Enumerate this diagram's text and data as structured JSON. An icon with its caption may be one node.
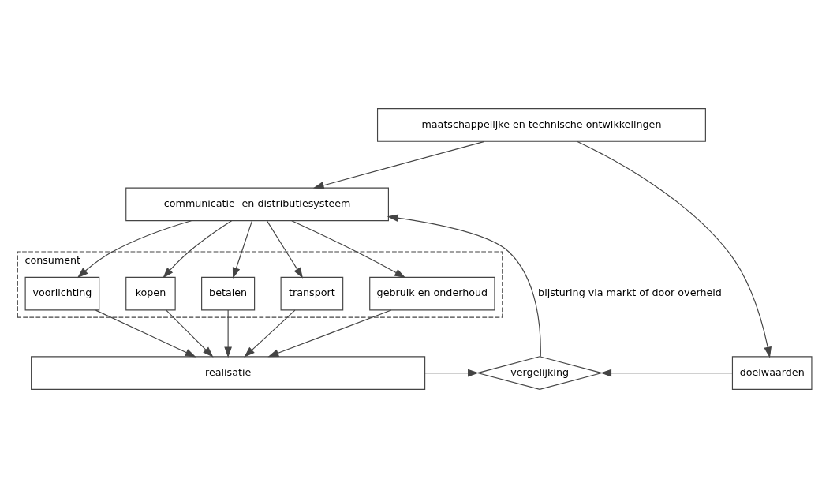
{
  "diagram": {
    "nodes": [
      {
        "text": [
          "maatschappelijke en technische ontwikkelingen"
        ]
      },
      {
        "text": [
          "communicatie- en distributiesysteem"
        ]
      },
      {
        "text": [
          "consument"
        ]
      },
      {
        "text": [
          "voorlichting"
        ],
        "in": 2
      },
      {
        "text": [
          "kopen"
        ],
        "in": 2
      },
      {
        "text": [
          "betalen"
        ],
        "in": 2
      },
      {
        "text": [
          "transport"
        ],
        "in": 2
      },
      {
        "text": [
          "gebruik en onderhoud"
        ],
        "in": 2
      },
      {
        "text": [
          "realisatie"
        ]
      },
      {
        "text": [
          "vergelijking"
        ]
      },
      {
        "text": [
          "doelwaarden"
        ]
      }
    ],
    "edges": [
      {
        "from": 0,
        "to": 1,
        "arrow": "to"
      },
      {
        "from": 0,
        "to": 10,
        "arrow": "to"
      },
      {
        "from": 1,
        "to": 3,
        "arrow": "to"
      },
      {
        "from": 1,
        "to": 4,
        "arrow": "to"
      },
      {
        "from": 1,
        "to": 5,
        "arrow": "to"
      },
      {
        "from": 1,
        "to": 6,
        "arrow": "to"
      },
      {
        "from": 1,
        "to": 7,
        "arrow": "to"
      },
      {
        "from": 3,
        "to": 8,
        "arrow": "to"
      },
      {
        "from": 4,
        "to": 8,
        "arrow": "to"
      },
      {
        "from": 5,
        "to": 8,
        "arrow": "to"
      },
      {
        "from": 6,
        "to": 8,
        "arrow": "to"
      },
      {
        "from": 7,
        "to": 8,
        "arrow": "to"
      },
      {
        "from": 8,
        "to": 9,
        "arrow": "to"
      },
      {
        "from": 10,
        "to": 9,
        "arrow": "to"
      },
      {
        "from": 9,
        "to": 1,
        "arrow": "to",
        "label": "bijsturing via markt of door overheid"
      }
    ]
  }
}
